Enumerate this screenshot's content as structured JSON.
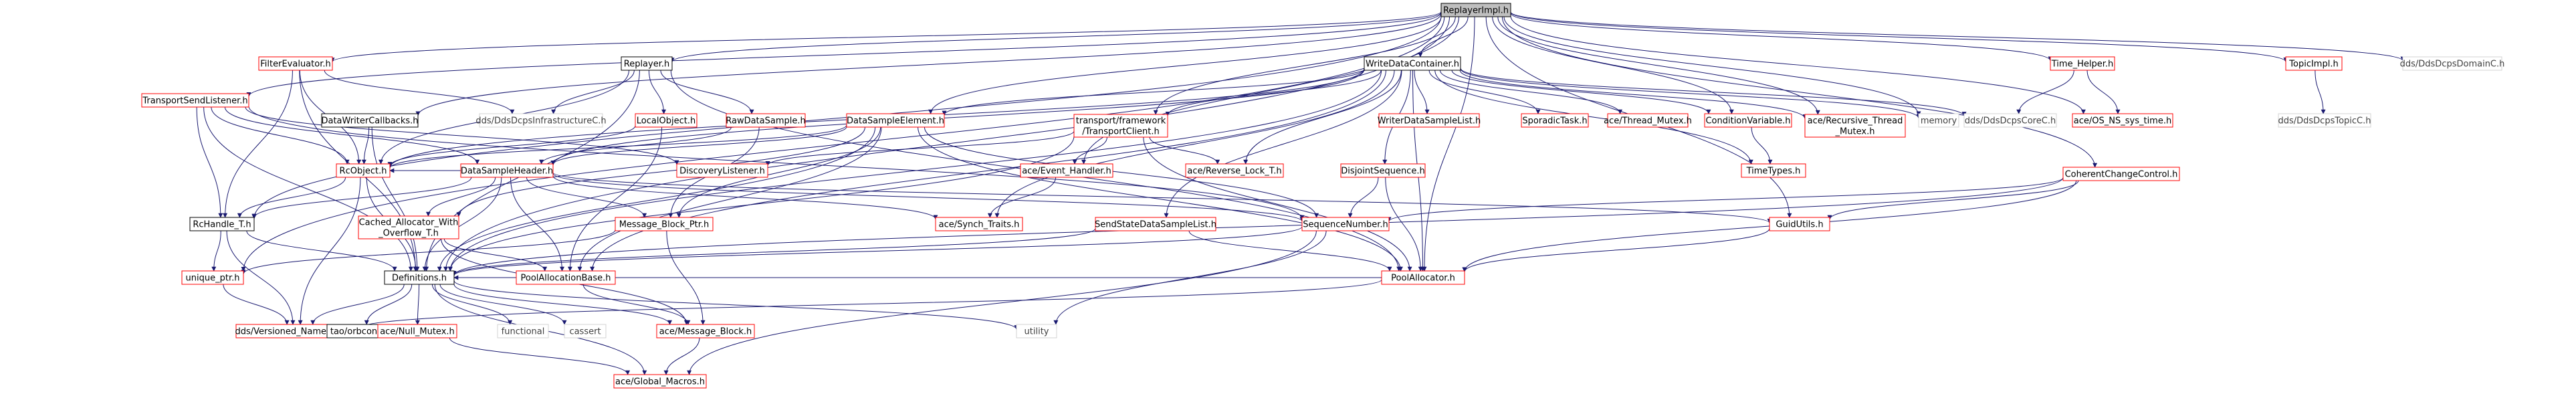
{
  "diagram": {
    "title_node": "ReplayerImpl.h",
    "colors": {
      "edge": "#191970",
      "border_red": "#ff0000",
      "border_black": "#000000",
      "border_gray": "#d3d3d3",
      "root_fill": "#bfbfbf",
      "text": "#000000",
      "text_gray": "#404040"
    },
    "nodes": [
      {
        "id": "root",
        "lines": [
          "ReplayerImpl.h"
        ],
        "style": "root"
      },
      {
        "id": "filtereval",
        "lines": [
          "FilterEvaluator.h"
        ],
        "style": "red"
      },
      {
        "id": "replayer",
        "lines": [
          "Replayer.h"
        ],
        "style": "black"
      },
      {
        "id": "wdc",
        "lines": [
          "WriteDataContainer.h"
        ],
        "style": "black"
      },
      {
        "id": "timehelper",
        "lines": [
          "Time_Helper.h"
        ],
        "style": "red"
      },
      {
        "id": "topicimpl",
        "lines": [
          "TopicImpl.h"
        ],
        "style": "red"
      },
      {
        "id": "domainc",
        "lines": [
          "dds/DdsDcpsDomainC.h"
        ],
        "style": "gray"
      },
      {
        "id": "tsl",
        "lines": [
          "TransportSendListener.h"
        ],
        "style": "red"
      },
      {
        "id": "dwcb",
        "lines": [
          "DataWriterCallbacks.h"
        ],
        "style": "black"
      },
      {
        "id": "infrac",
        "lines": [
          "dds/DdsDcpsInfrastructureC.h"
        ],
        "style": "gray"
      },
      {
        "id": "localobj",
        "lines": [
          "LocalObject.h"
        ],
        "style": "red"
      },
      {
        "id": "rawsample",
        "lines": [
          "RawDataSample.h"
        ],
        "style": "red"
      },
      {
        "id": "dse",
        "lines": [
          "DataSampleElement.h"
        ],
        "style": "red"
      },
      {
        "id": "tclient",
        "lines": [
          "transport/framework",
          "/TransportClient.h"
        ],
        "style": "red"
      },
      {
        "id": "wdsl",
        "lines": [
          "WriterDataSampleList.h"
        ],
        "style": "red"
      },
      {
        "id": "sporadic",
        "lines": [
          "SporadicTask.h"
        ],
        "style": "red"
      },
      {
        "id": "threadmutex",
        "lines": [
          "ace/Thread_Mutex.h"
        ],
        "style": "red"
      },
      {
        "id": "condvar",
        "lines": [
          "ConditionVariable.h"
        ],
        "style": "red"
      },
      {
        "id": "recmutex",
        "lines": [
          "ace/Recursive_Thread",
          "_Mutex.h"
        ],
        "style": "red"
      },
      {
        "id": "memory",
        "lines": [
          "memory"
        ],
        "style": "gray"
      },
      {
        "id": "corec",
        "lines": [
          "dds/DdsDcpsCoreC.h"
        ],
        "style": "gray"
      },
      {
        "id": "osns",
        "lines": [
          "ace/OS_NS_sys_time.h"
        ],
        "style": "red"
      },
      {
        "id": "topicc",
        "lines": [
          "dds/DdsDcpsTopicC.h"
        ],
        "style": "gray"
      },
      {
        "id": "rcobject",
        "lines": [
          "RcObject.h"
        ],
        "style": "red"
      },
      {
        "id": "dsh",
        "lines": [
          "DataSampleHeader.h"
        ],
        "style": "red"
      },
      {
        "id": "disclist",
        "lines": [
          "DiscoveryListener.h"
        ],
        "style": "red"
      },
      {
        "id": "eventhandler",
        "lines": [
          "ace/Event_Handler.h"
        ],
        "style": "red"
      },
      {
        "id": "reverselock",
        "lines": [
          "ace/Reverse_Lock_T.h"
        ],
        "style": "red"
      },
      {
        "id": "disjoint",
        "lines": [
          "DisjointSequence.h"
        ],
        "style": "red"
      },
      {
        "id": "timetypes",
        "lines": [
          "TimeTypes.h"
        ],
        "style": "red"
      },
      {
        "id": "coherent",
        "lines": [
          "CoherentChangeControl.h"
        ],
        "style": "red"
      },
      {
        "id": "rchandle",
        "lines": [
          "RcHandle_T.h"
        ],
        "style": "black"
      },
      {
        "id": "cached",
        "lines": [
          "Cached_Allocator_With",
          "_Overflow_T.h"
        ],
        "style": "red"
      },
      {
        "id": "mbptr",
        "lines": [
          "Message_Block_Ptr.h"
        ],
        "style": "red"
      },
      {
        "id": "synchtraits",
        "lines": [
          "ace/Synch_Traits.h"
        ],
        "style": "red"
      },
      {
        "id": "sendstate",
        "lines": [
          "SendStateDataSampleList.h"
        ],
        "style": "red"
      },
      {
        "id": "seqnum",
        "lines": [
          "SequenceNumber.h"
        ],
        "style": "red"
      },
      {
        "id": "guidutils",
        "lines": [
          "GuidUtils.h"
        ],
        "style": "red"
      },
      {
        "id": "uniqueptr",
        "lines": [
          "unique_ptr.h"
        ],
        "style": "red"
      },
      {
        "id": "definitions",
        "lines": [
          "Definitions.h"
        ],
        "style": "black"
      },
      {
        "id": "poolallocbase",
        "lines": [
          "PoolAllocationBase.h"
        ],
        "style": "red"
      },
      {
        "id": "poolallocator",
        "lines": [
          "PoolAllocator.h"
        ],
        "style": "red"
      },
      {
        "id": "versioned",
        "lines": [
          "dds/Versioned_Namespace.h"
        ],
        "style": "red"
      },
      {
        "id": "orbconf",
        "lines": [
          "tao/orbconf.h"
        ],
        "style": "black"
      },
      {
        "id": "nullmutex",
        "lines": [
          "ace/Null_Mutex.h"
        ],
        "style": "red"
      },
      {
        "id": "functional",
        "lines": [
          "functional"
        ],
        "style": "gray"
      },
      {
        "id": "cassert",
        "lines": [
          "cassert"
        ],
        "style": "gray"
      },
      {
        "id": "msgblock",
        "lines": [
          "ace/Message_Block.h"
        ],
        "style": "red"
      },
      {
        "id": "utility",
        "lines": [
          "utility"
        ],
        "style": "gray"
      },
      {
        "id": "globalmacros",
        "lines": [
          "ace/Global_Macros.h"
        ],
        "style": "red"
      }
    ],
    "edges": [
      [
        "root",
        "filtereval"
      ],
      [
        "root",
        "replayer"
      ],
      [
        "root",
        "wdc"
      ],
      [
        "root",
        "timehelper"
      ],
      [
        "root",
        "topicimpl"
      ],
      [
        "root",
        "domainc"
      ],
      [
        "root",
        "tsl"
      ],
      [
        "root",
        "dwcb"
      ],
      [
        "root",
        "eventhandler"
      ],
      [
        "root",
        "tclient"
      ],
      [
        "root",
        "condvar"
      ],
      [
        "root",
        "recmutex"
      ],
      [
        "root",
        "memory"
      ],
      [
        "root",
        "osns"
      ],
      [
        "root",
        "coherent"
      ],
      [
        "root",
        "guidutils"
      ],
      [
        "root",
        "dse"
      ],
      [
        "root",
        "rchandle"
      ],
      [
        "root",
        "uniqueptr"
      ],
      [
        "root",
        "poolallocator"
      ],
      [
        "root",
        "definitions"
      ],
      [
        "filtereval",
        "infrac"
      ],
      [
        "filtereval",
        "rcobject"
      ],
      [
        "filtereval",
        "rchandle"
      ],
      [
        "filtereval",
        "definitions"
      ],
      [
        "replayer",
        "infrac"
      ],
      [
        "replayer",
        "localobj"
      ],
      [
        "replayer",
        "rawsample"
      ],
      [
        "replayer",
        "rcobject"
      ],
      [
        "replayer",
        "poolallocator"
      ],
      [
        "replayer",
        "definitions"
      ],
      [
        "localobj",
        "rcobject"
      ],
      [
        "localobj",
        "poolallocbase"
      ],
      [
        "rawsample",
        "dsh"
      ],
      [
        "rawsample",
        "mbptr"
      ],
      [
        "dwcb",
        "rcobject"
      ],
      [
        "dwcb",
        "definitions"
      ],
      [
        "tsl",
        "rcobject"
      ],
      [
        "tsl",
        "rchandle"
      ],
      [
        "tsl",
        "dsh"
      ],
      [
        "tsl",
        "disclist"
      ],
      [
        "tsl",
        "seqnum"
      ],
      [
        "tsl",
        "definitions"
      ],
      [
        "wdc",
        "wdsl"
      ],
      [
        "wdc",
        "sporadic"
      ],
      [
        "wdc",
        "threadmutex"
      ],
      [
        "wdc",
        "condvar"
      ],
      [
        "wdc",
        "recmutex"
      ],
      [
        "wdc",
        "memory"
      ],
      [
        "wdc",
        "corec"
      ],
      [
        "wdc",
        "dse"
      ],
      [
        "wdc",
        "tclient"
      ],
      [
        "wdc",
        "reverselock"
      ],
      [
        "wdc",
        "disjoint"
      ],
      [
        "wdc",
        "timetypes"
      ],
      [
        "wdc",
        "synchtraits"
      ],
      [
        "wdc",
        "sendstate"
      ],
      [
        "wdc",
        "poolallocator"
      ],
      [
        "wdc",
        "dsh"
      ],
      [
        "wdc",
        "rcobject"
      ],
      [
        "wdc",
        "definitions"
      ],
      [
        "wdc",
        "poolallocbase"
      ],
      [
        "dse",
        "dsh"
      ],
      [
        "dse",
        "rcobject"
      ],
      [
        "dse",
        "mbptr"
      ],
      [
        "dse",
        "cached"
      ],
      [
        "dse",
        "poolallocbase"
      ],
      [
        "dse",
        "poolallocator"
      ],
      [
        "dse",
        "seqnum"
      ],
      [
        "dse",
        "definitions"
      ],
      [
        "tclient",
        "eventhandler"
      ],
      [
        "tclient",
        "reverselock"
      ],
      [
        "tclient",
        "disclist"
      ],
      [
        "tclient",
        "poolallocator"
      ],
      [
        "tclient",
        "definitions"
      ],
      [
        "eventhandler",
        "synchtraits"
      ],
      [
        "disjoint",
        "seqnum"
      ],
      [
        "disjoint",
        "poolallocator"
      ],
      [
        "condvar",
        "timetypes"
      ],
      [
        "timehelper",
        "corec"
      ],
      [
        "timehelper",
        "osns"
      ],
      [
        "topicimpl",
        "topicc"
      ],
      [
        "coherent",
        "seqnum"
      ],
      [
        "coherent",
        "guidutils"
      ],
      [
        "coherent",
        "poolallocator"
      ],
      [
        "coherent",
        "definitions"
      ],
      [
        "rcobject",
        "rchandle"
      ],
      [
        "rcobject",
        "definitions"
      ],
      [
        "rcobject",
        "versioned"
      ],
      [
        "dsh",
        "rcobject"
      ],
      [
        "dsh",
        "cached"
      ],
      [
        "dsh",
        "mbptr"
      ],
      [
        "dsh",
        "seqnum"
      ],
      [
        "dsh",
        "guidutils"
      ],
      [
        "dsh",
        "poolallocbase"
      ],
      [
        "dsh",
        "definitions"
      ],
      [
        "dsh",
        "synchtraits"
      ],
      [
        "dsh",
        "rchandle"
      ],
      [
        "rchandle",
        "uniqueptr"
      ],
      [
        "rchandle",
        "versioned"
      ],
      [
        "rchandle",
        "definitions"
      ],
      [
        "cached",
        "poolallocbase"
      ],
      [
        "cached",
        "msgblock"
      ],
      [
        "mbptr",
        "msgblock"
      ],
      [
        "mbptr",
        "uniqueptr"
      ],
      [
        "sendstate",
        "poolallocator"
      ],
      [
        "sendstate",
        "definitions"
      ],
      [
        "seqnum",
        "utility"
      ],
      [
        "seqnum",
        "globalmacros"
      ],
      [
        "seqnum",
        "definitions"
      ],
      [
        "guidutils",
        "poolallocator"
      ],
      [
        "uniqueptr",
        "versioned"
      ],
      [
        "definitions",
        "versioned"
      ],
      [
        "definitions",
        "orbconf"
      ],
      [
        "definitions",
        "nullmutex"
      ],
      [
        "definitions",
        "functional"
      ],
      [
        "definitions",
        "cassert"
      ],
      [
        "definitions",
        "msgblock"
      ],
      [
        "definitions",
        "utility"
      ],
      [
        "definitions",
        "globalmacros"
      ],
      [
        "nullmutex",
        "globalmacros"
      ],
      [
        "poolallocbase",
        "msgblock"
      ],
      [
        "poolallocator",
        "definitions"
      ],
      [
        "poolallocator",
        "versioned"
      ],
      [
        "msgblock",
        "globalmacros"
      ]
    ]
  }
}
